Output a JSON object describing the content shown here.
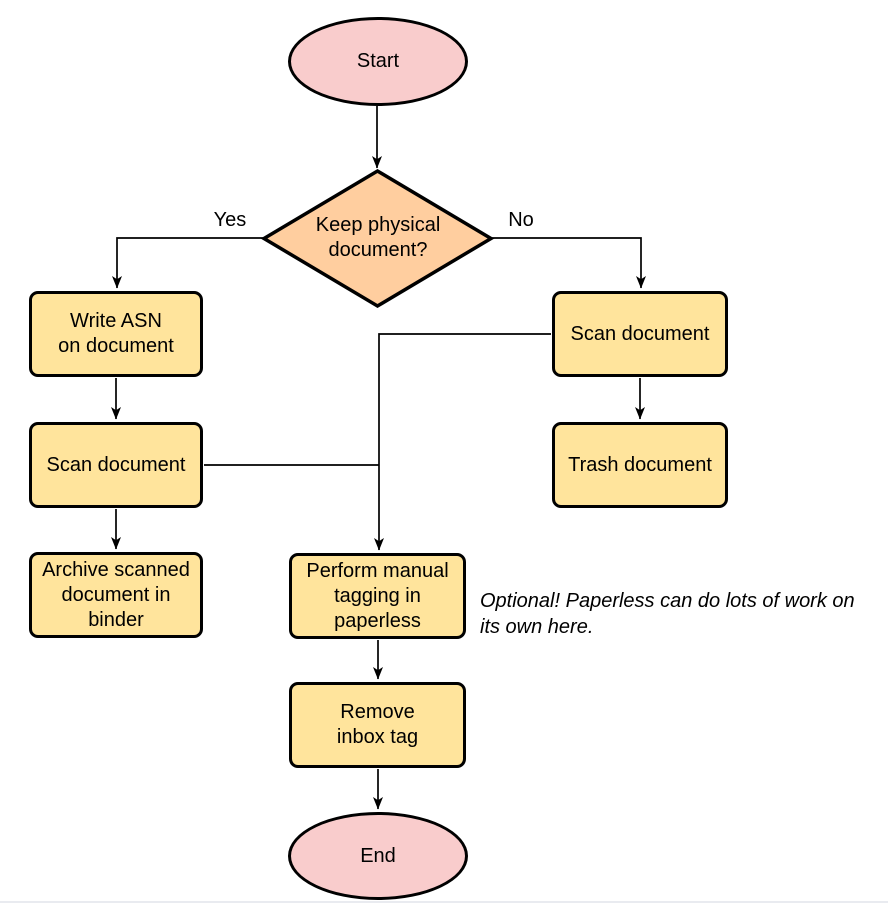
{
  "diagram": {
    "type": "flowchart",
    "nodes": {
      "start": {
        "label": "Start",
        "shape": "terminal"
      },
      "decision": {
        "label": "Keep physical\ndocument?",
        "shape": "decision"
      },
      "write_asn": {
        "label": "Write ASN\non document",
        "shape": "process"
      },
      "scan_left": {
        "label": "Scan document",
        "shape": "process"
      },
      "archive": {
        "label": "Archive scanned\ndocument in\nbinder",
        "shape": "process"
      },
      "scan_right": {
        "label": "Scan document",
        "shape": "process"
      },
      "trash": {
        "label": "Trash document",
        "shape": "process"
      },
      "tagging": {
        "label": "Perform manual\ntagging in\npaperless",
        "shape": "process"
      },
      "remove_inbox": {
        "label": "Remove\ninbox tag",
        "shape": "process"
      },
      "end": {
        "label": "End",
        "shape": "terminal"
      }
    },
    "edge_labels": {
      "yes": "Yes",
      "no": "No"
    },
    "annotation": "Optional! Paperless can do lots of work on\nits own here.",
    "colors": {
      "process_fill": "#ffe49c",
      "terminal_fill": "#f9cccc",
      "decision_fill": "#ffce9f",
      "stroke": "#000000",
      "text": "#000000",
      "bottom_divider": "#e9ebf0"
    }
  }
}
